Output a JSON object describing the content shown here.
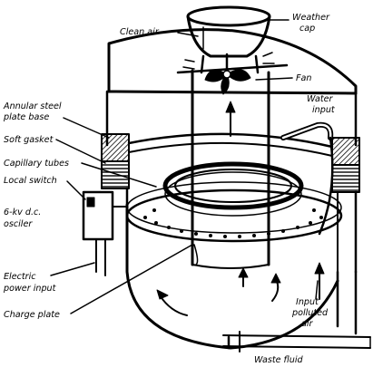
{
  "labels": {
    "clean_air": "Clean air",
    "weather_cap_line1": "Weather",
    "weather_cap_line2": "cap",
    "fan": "Fan",
    "water_input_line1": "Water",
    "water_input_line2": "input",
    "annular_steel_line1": "Annular steel",
    "annular_steel_line2": "plate base",
    "soft_gasket": "Soft gasket",
    "capillary_tubes": "Capillary tubes",
    "local_switch": "Local switch",
    "oscillator_line1": "6-kv d.c.",
    "oscillator_line2": "osciler",
    "electric_power_line1": "Electric",
    "electric_power_line2": "power input",
    "charge_plate": "Charge plate",
    "polluted_air_line1": "Input",
    "polluted_air_line2": "polluted",
    "polluted_air_line3": "air",
    "waste_fluid": "Waste fluid"
  },
  "colors": {
    "ink": "#000000",
    "paper": "#ffffff"
  }
}
